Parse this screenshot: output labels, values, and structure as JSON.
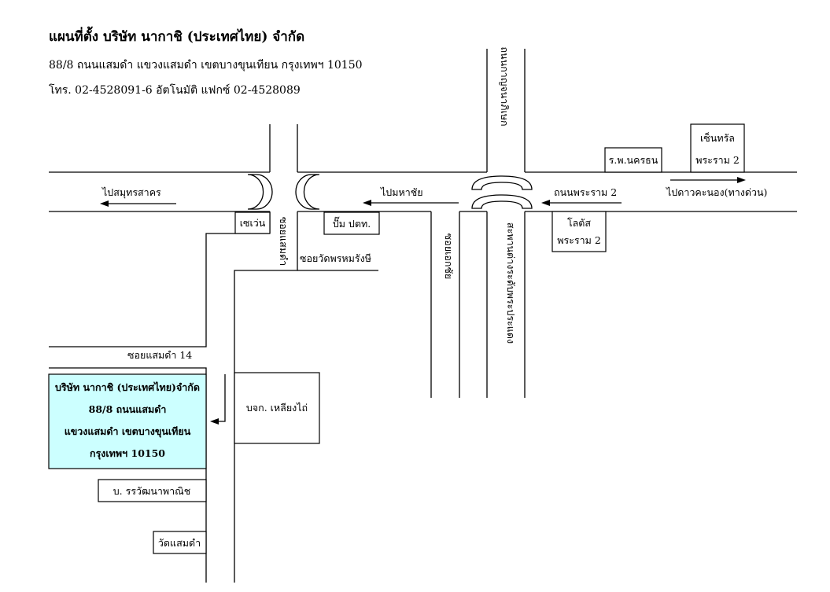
{
  "header": {
    "title": "แผนที่ตั้ง บริษัท นากาชิ (ประเทศไทย) จำกัด",
    "address": "88/8  ถนนแสมดำ แขวงแสมดำ เขตบางขุนเทียน กรุงเทพฯ 10150",
    "phone": "โทร. 02-4528091-6 อัตโนมัติ แฟกซ์ 02-4528089"
  },
  "roads": {
    "kanchana": "ถนนกาญจนาภิเษก",
    "rama2": "ถนนพระราม 2",
    "to_samut_sakhon": "ไปสมุทรสาคร",
    "to_mahachai": "ไปมหาชัย",
    "to_dao_khanong": "ไปดาวคะนอง(ทางด่วน)",
    "soi_samaedam": "ซอยแสมดำ",
    "soi_wat_phrom": "ซอยวัดพรหมรังษี",
    "soi_ekachai": "ซอยเอกชัย",
    "bridge": "สะพานต่างระดับพระประแดง",
    "soi_14": "ซอยแสมดำ 14"
  },
  "landmarks": {
    "seven": "เซเว่น",
    "ptt": "ปั๊ม ปตท.",
    "hospital": "ร.พ.นครธน",
    "central": [
      "เซ็นทรัล",
      "พระราม 2"
    ],
    "lotus": [
      "โลตัส",
      "พระราม 2"
    ],
    "lhiengkai": "บจก. เหลียงไถ่",
    "rawat": "บ. รรวัฒนาพาณิช",
    "wat": "วัดแสมดำ"
  },
  "company_box": {
    "line1": "บริษัท นากาชิ (ประเทศไทย)จำกัด",
    "line2": "88/8  ถนนแสมดำ",
    "line3": "แขวงแสมดำ เขตบางขุนเทียน",
    "line4": "กรุงเทพฯ 10150"
  },
  "colors": {
    "highlight_box": "#ccffff"
  }
}
